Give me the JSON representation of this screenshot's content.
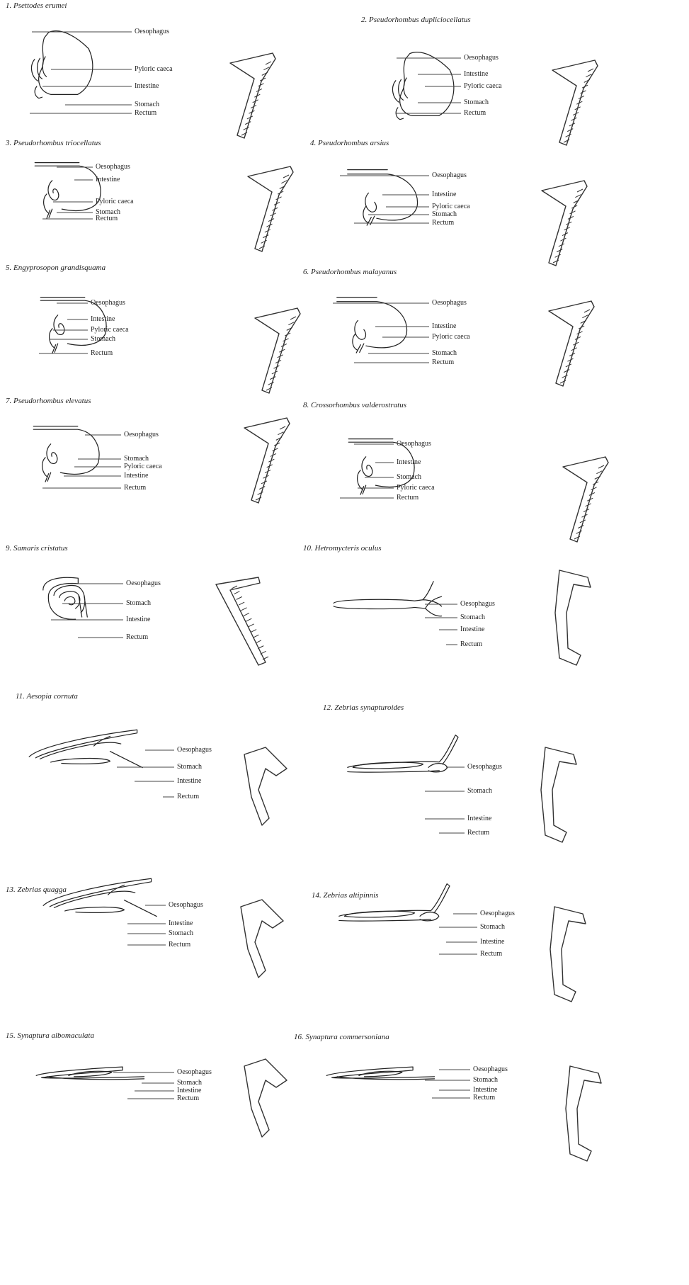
{
  "panels": [
    {
      "title": "1. Psettodes erumei",
      "labels": [
        "Oesophagus",
        "Pyloric caeca",
        "Intestine",
        "Stomach",
        "Rectum"
      ]
    },
    {
      "title": "2. Pseudorhombus dupliciocellatus",
      "labels": [
        "Oesophagus",
        "Intestine",
        "Pyloric caeca",
        "Stomach",
        "Rectum"
      ]
    },
    {
      "title": "3. Pseudorhombus triocellatus",
      "labels": [
        "Oesophagus",
        "Intestine",
        "Pyloric caeca",
        "Stomach",
        "Rectum"
      ]
    },
    {
      "title": "4. Pseudorhombus arsius",
      "labels": [
        "Oesophagus",
        "Intestine",
        "Pyloric caeca",
        "Stomach",
        "Rectum"
      ]
    },
    {
      "title": "5. Engyprosopon grandisquama",
      "labels": [
        "Oesophagus",
        "Intestine",
        "Pyloric caeca",
        "Stomach",
        "Rectum"
      ]
    },
    {
      "title": "6. Pseudorhombus malayanus",
      "labels": [
        "Oesophagus",
        "Intestine",
        "Pyloric caeca",
        "Stomach",
        "Rectum"
      ]
    },
    {
      "title": "7. Pseudorhombus elevatus",
      "labels": [
        "Oesophagus",
        "Stomach",
        "Pyloric caeca",
        "Intestine",
        "Rectum"
      ]
    },
    {
      "title": "8. Crossorhombus valderostratus",
      "labels": [
        "Oesophagus",
        "Intestine",
        "Stomach",
        "Pyloric caeca",
        "Rectum"
      ]
    },
    {
      "title": "9. Samaris cristatus",
      "labels": [
        "Oesophagus",
        "Stomach",
        "Intestine",
        "Rectum"
      ]
    },
    {
      "title": "10. Hetromycteris oculus",
      "labels": [
        "Oesophagus",
        "Stomach",
        "Intestine",
        "Rectum"
      ]
    },
    {
      "title": "11. Aesopia cornuta",
      "labels": [
        "Oesophagus",
        "Stomach",
        "Intestine",
        "Rectum"
      ]
    },
    {
      "title": "12. Zebrias synapturoides",
      "labels": [
        "Oesophagus",
        "Stomach",
        "Intestine",
        "Rectum"
      ]
    },
    {
      "title": "13. Zebrias quagga",
      "labels": [
        "Oesophagus",
        "Intestine",
        "Stomach",
        "Rectum"
      ]
    },
    {
      "title": "14. Zebrias altipinnis",
      "labels": [
        "Oesophagus",
        "Stomach",
        "Intestine",
        "Rectum"
      ]
    },
    {
      "title": "15. Synaptura albomaculata",
      "labels": [
        "Oesophagus",
        "Stomach",
        "Intestine",
        "Rectum"
      ]
    },
    {
      "title": "16. Synaptura commersoniana",
      "labels": [
        "Oesophagus",
        "Stomach",
        "Intestine",
        "Rectum"
      ]
    }
  ]
}
